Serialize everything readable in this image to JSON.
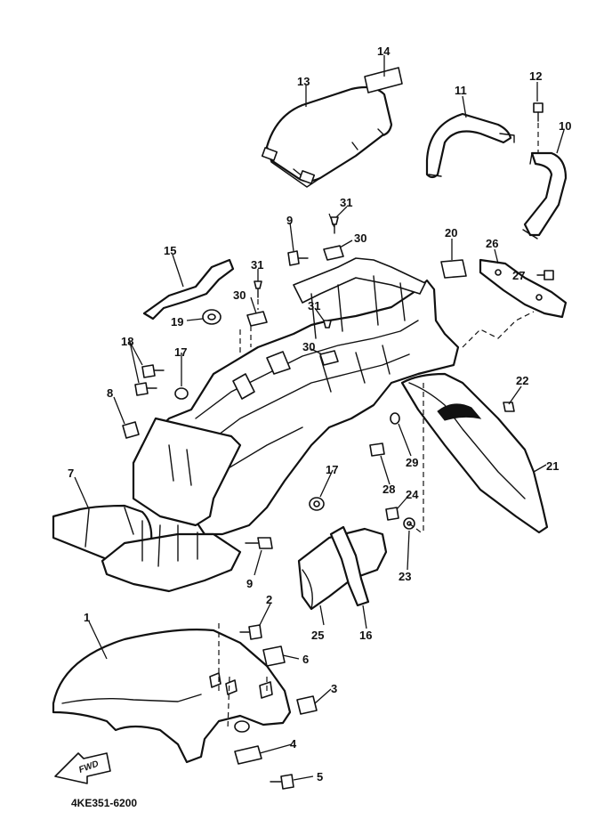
{
  "diagram_code": "4KE351-6200",
  "direction_label": "FWD",
  "colors": {
    "ink": "#111111",
    "paper": "#ffffff"
  },
  "callouts": [
    "1",
    "2",
    "3",
    "4",
    "5",
    "6",
    "7",
    "8",
    "9",
    "9",
    "10",
    "11",
    "12",
    "13",
    "14",
    "15",
    "16",
    "17",
    "17",
    "18",
    "19",
    "20",
    "21",
    "22",
    "23",
    "24",
    "25",
    "26",
    "27",
    "28",
    "29",
    "30",
    "30",
    "30",
    "31",
    "31",
    "31"
  ]
}
